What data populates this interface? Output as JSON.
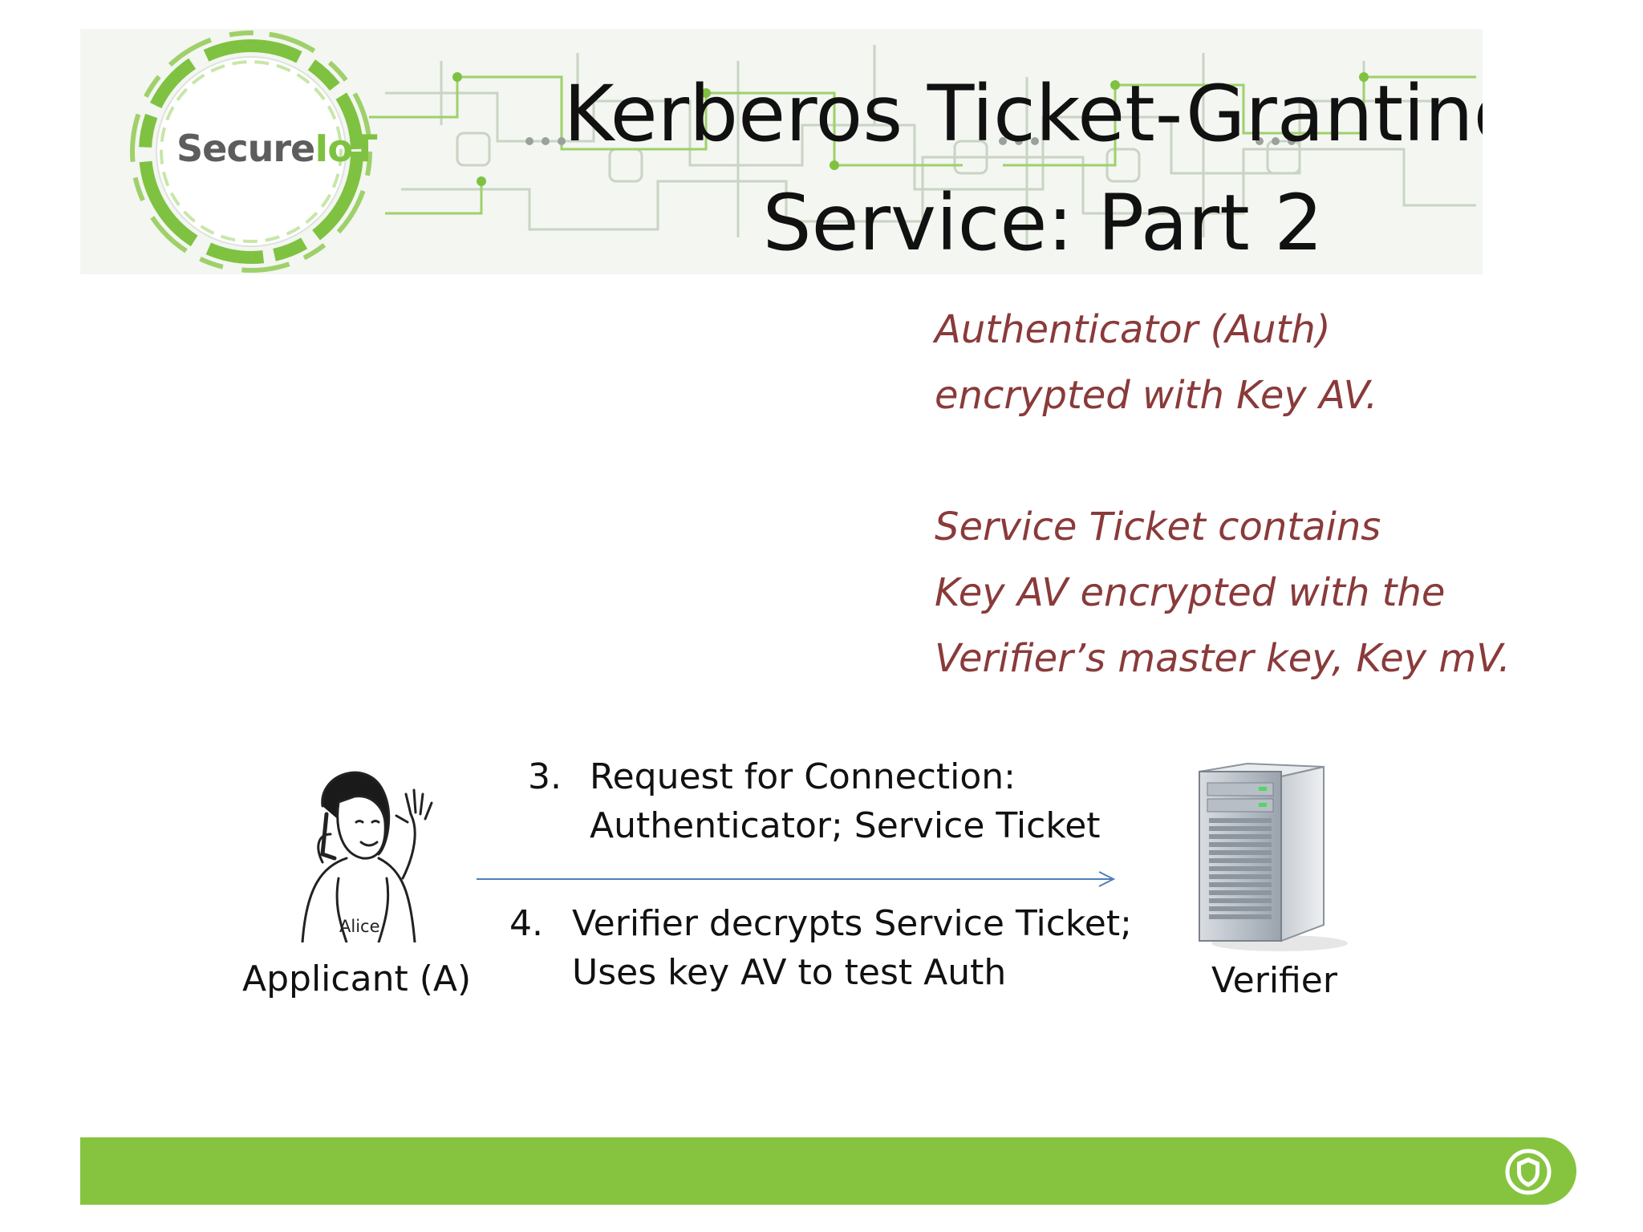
{
  "banner": {
    "logo_text_secure": "Secure",
    "logo_text_iot": "IoT",
    "title_line1": "Kerberos Ticket-Granting",
    "title_line2": "Service: Part 2"
  },
  "notes": {
    "auth_line1": "Authenticator (Auth)",
    "auth_line2": "encrypted with Key AV.",
    "ticket_line1": "Service Ticket contains",
    "ticket_line2": "Key AV encrypted with the",
    "ticket_line3": "Verifier’s master key, Key mV."
  },
  "diagram": {
    "applicant_label": "Applicant (A)",
    "alice_caption": "Alice",
    "verifier_label": "Verifier",
    "step3_num": "3.",
    "step3_line1": "Request for Connection:",
    "step3_line2": "Authenticator; Service Ticket",
    "step4_num": "4.",
    "step4_line1": "Verifier decrypts Service Ticket;",
    "step4_line2": "Uses key AV to test Auth"
  },
  "colors": {
    "note_text": "#8a3a3a",
    "brand_green": "#86c440",
    "arrow": "#4f7fb8"
  },
  "icons": {
    "logo": "secureiot-logo",
    "applicant": "person-icon",
    "verifier": "server-icon",
    "footer": "shield-icon"
  }
}
